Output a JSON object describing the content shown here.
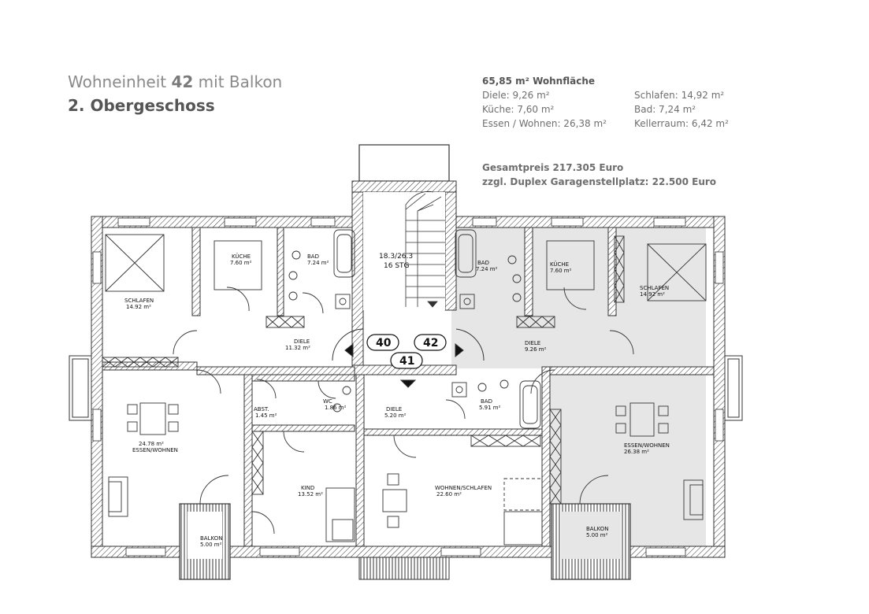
{
  "header": {
    "title_prefix": "Wohneinheit",
    "unit_number": "42",
    "title_suffix": "mit Balkon",
    "floor": "2. Obergeschoss"
  },
  "summary": {
    "total_area": "65,85 m² Wohnfläche",
    "rooms_col1": [
      "Diele: 9,26 m²",
      "Küche: 7,60 m²",
      "Essen / Wohnen: 26,38 m²"
    ],
    "rooms_col2": [
      "Schlafen: 14,92 m²",
      "Bad: 7,24 m²",
      "Kellerraum: 6,42 m²"
    ]
  },
  "pricing": {
    "total": "Gesamtpreis 217.305 Euro",
    "garage": "zzgl. Duplex Garagenstellplatz: 22.500 Euro"
  },
  "plan": {
    "unit_labels": [
      "40",
      "42",
      "41"
    ],
    "stair": [
      "18.3/26.3",
      "16 STG"
    ],
    "rooms_left": [
      {
        "name": "SCHLAFEN",
        "area": "14.92 m²"
      },
      {
        "name": "KÜCHE",
        "area": "7.60 m²"
      },
      {
        "name": "BAD",
        "area": "7.24 m²"
      },
      {
        "name": "DIELE",
        "area": "11.32 m²"
      },
      {
        "name": "24.78 m²",
        "area": "ESSEN/WOHNEN"
      },
      {
        "name": "BALKON",
        "area": "5.00 m²"
      },
      {
        "name": "ABST.",
        "area": "1.45 m²"
      },
      {
        "name": "WC",
        "area": "1.86 m²"
      },
      {
        "name": "KIND",
        "area": "13.52 m²"
      }
    ],
    "rooms_right": [
      {
        "name": "BAD",
        "area": "7.24 m²"
      },
      {
        "name": "KÜCHE",
        "area": "7.60 m²"
      },
      {
        "name": "SCHLAFEN",
        "area": "14.92 m²"
      },
      {
        "name": "DIELE",
        "area": "9.26 m²"
      },
      {
        "name": "ESSEN/WOHNEN",
        "area": "26.38 m²"
      },
      {
        "name": "BALKON",
        "area": "5.00 m²"
      }
    ],
    "rooms_mid": [
      {
        "name": "DIELE",
        "area": "5.20 m²"
      },
      {
        "name": "BAD",
        "area": "5.91 m²"
      },
      {
        "name": "WOHNEN/SCHLAFEN",
        "area": "22.60 m²"
      }
    ]
  }
}
